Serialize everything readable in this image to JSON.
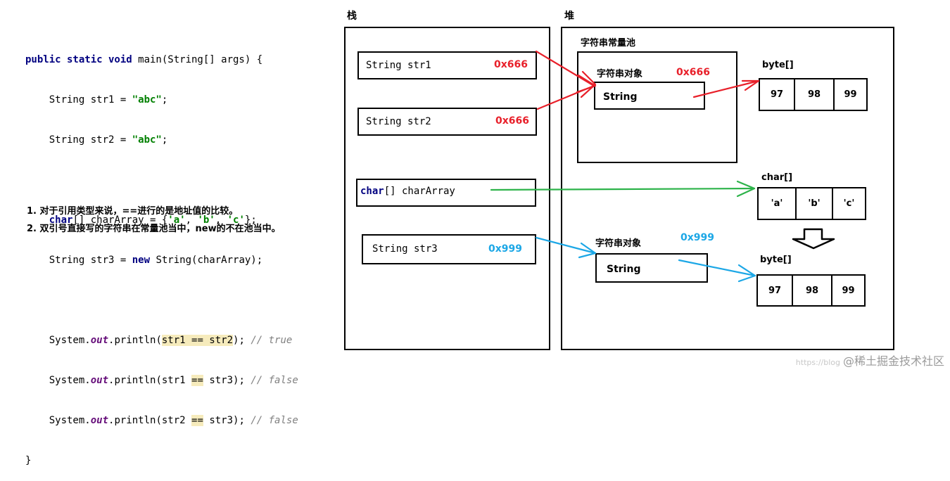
{
  "code": {
    "signature": {
      "kw": "public static void",
      "rest": " main(String[] args) {"
    },
    "l1": {
      "pre": "    String str1 = ",
      "str": "\"abc\"",
      "post": ";"
    },
    "l2": {
      "pre": "    String str2 = ",
      "str": "\"abc\"",
      "post": ";"
    },
    "l3": {
      "kw": "char",
      "mid": "[] charArray = {",
      "a": "'a'",
      "sep1": ", ",
      "b": "'b'",
      "sep2": ", ",
      "c": "'c'",
      "post": "};"
    },
    "l4": {
      "pre": "    String str3 = ",
      "kw": "new",
      "post": " String(charArray);"
    },
    "p1": {
      "pre": "    System.",
      "fld": "out",
      "mid": ".println(",
      "hl": "str1 == str2",
      "post": "); ",
      "cmt": "// true"
    },
    "p2": {
      "pre": "    System.",
      "fld": "out",
      "mid": ".println(str1 ",
      "eq": "==",
      "post": " str3); ",
      "cmt": "// false"
    },
    "p3": {
      "pre": "    System.",
      "fld": "out",
      "mid": ".println(str2 ",
      "eq": "==",
      "post": " str3); ",
      "cmt": "// false"
    },
    "close": "}"
  },
  "notes": [
    "1. 对于引用类型来说，==进行的是地址值的比较。",
    "2. 双引号直接写的字符串在常量池当中，new的不在池当中。"
  ],
  "stack": {
    "label": "栈",
    "str1": {
      "name": "String str1",
      "addr": "0x666"
    },
    "str2": {
      "name": "String str2",
      "addr": "0x666"
    },
    "charArray": {
      "kw": "char",
      "name": "[] charArray"
    },
    "str3": {
      "name": "String str3",
      "addr": "0x999"
    }
  },
  "heap": {
    "label": "堆",
    "pool": {
      "label": "字符串常量池",
      "object_label": "字符串对象",
      "object_addr": "0x666",
      "string_label": "String"
    },
    "byte1": {
      "label": "byte[]",
      "values": [
        "97",
        "98",
        "99"
      ]
    },
    "char_array": {
      "label": "char[]",
      "values": [
        "'a'",
        "'b'",
        "'c'"
      ]
    },
    "object2": {
      "label": "字符串对象",
      "addr": "0x999",
      "string_label": "String"
    },
    "byte2": {
      "label": "byte[]",
      "values": [
        "97",
        "98",
        "99"
      ]
    }
  },
  "colors": {
    "red": "#e8202a",
    "blue": "#1ca7e6",
    "green": "#2db34a"
  },
  "watermark": {
    "site": "https://blog",
    "name": "@稀土掘金技术社区"
  }
}
